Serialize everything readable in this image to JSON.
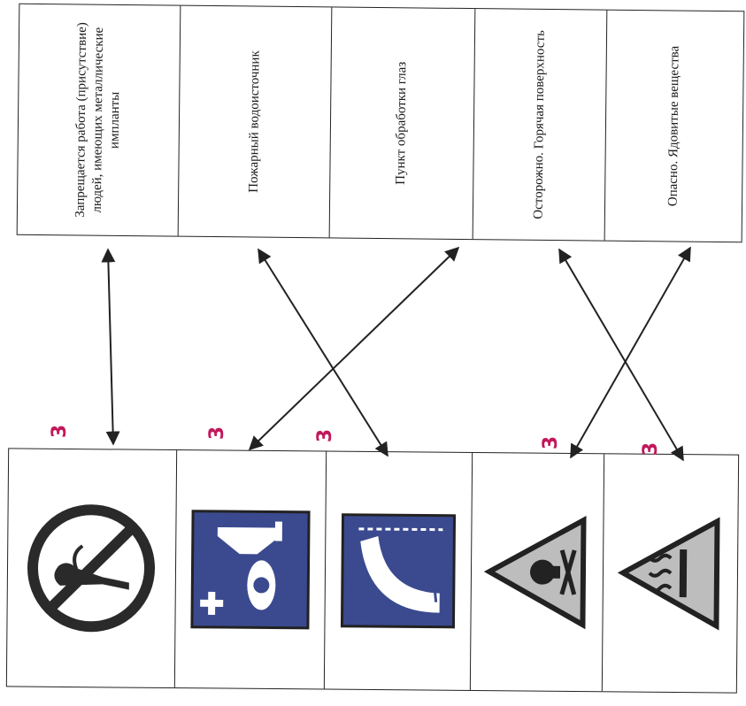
{
  "labels": [
    "Запрещается работа (присутствие) людей, имеющих металлические импланты",
    "Пожарный водоисточник",
    "Пункт обработки глаз",
    "Осторожно. Горячая поверхность",
    "Опасно. Ядовитые вещества"
  ],
  "signs": [
    {
      "icon": "no-metal-implants-sign"
    },
    {
      "icon": "eye-wash-sign"
    },
    {
      "icon": "fire-water-source-sign"
    },
    {
      "icon": "toxic-substances-triangle"
    },
    {
      "icon": "hot-surface-triangle"
    }
  ],
  "pen_marks": [
    "3",
    "3",
    "3",
    "3",
    "3"
  ],
  "colors": {
    "sign_blue": "#3b4a8f",
    "pen": "#c2185b",
    "ink": "#222222"
  }
}
